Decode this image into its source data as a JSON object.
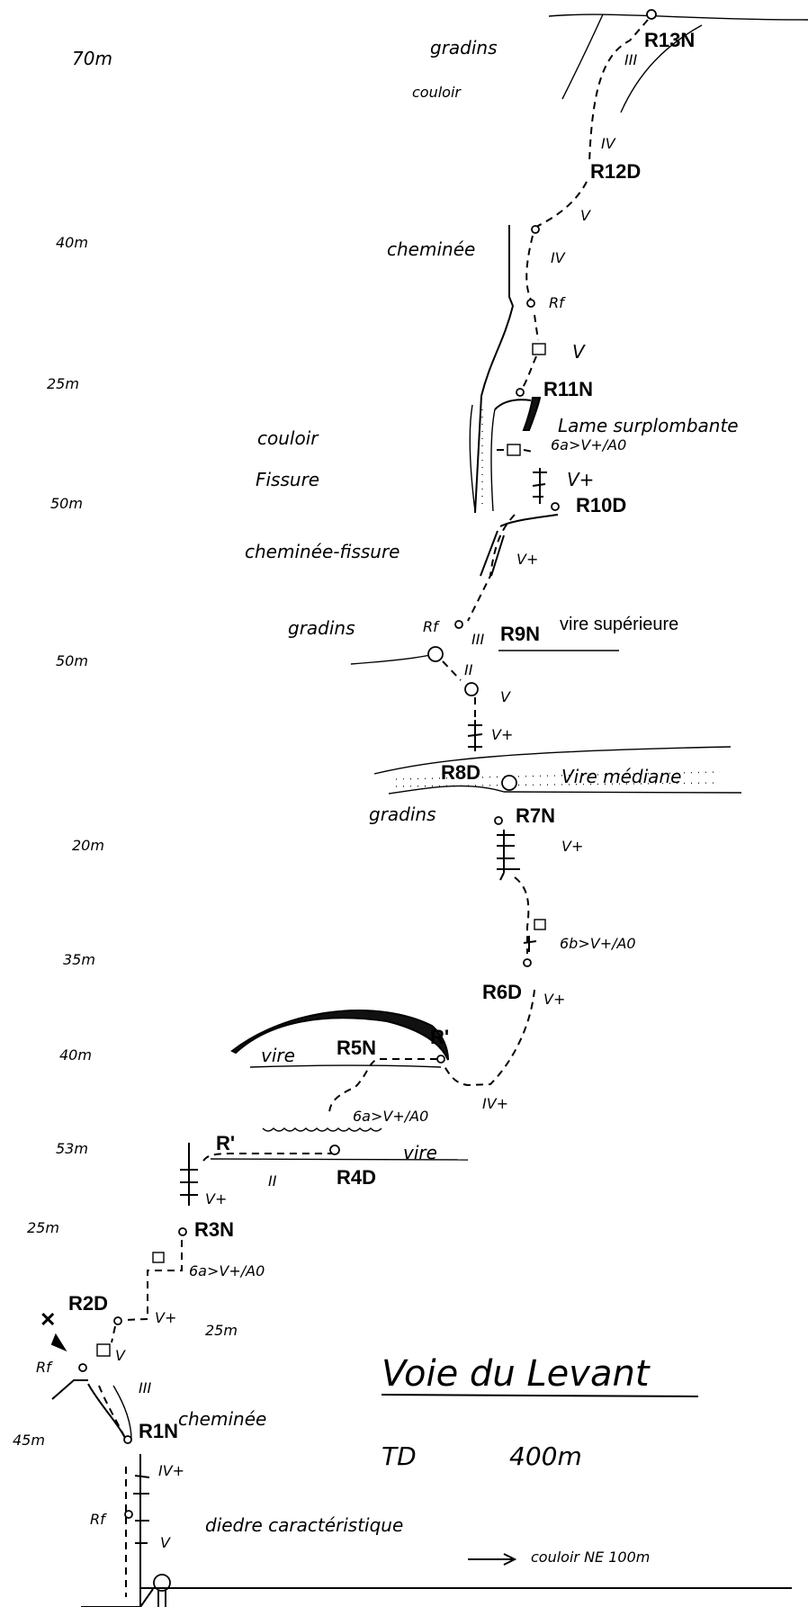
{
  "topo": {
    "title": "Voie du Levant",
    "grade": "TD",
    "length": "400m",
    "approach_note": "couloir NE 100m"
  },
  "pitch_lengths": [
    "70m",
    "40m",
    "25m",
    "50m",
    "50m",
    "20m",
    "35m",
    "40m",
    "53m",
    "25m",
    "45m"
  ],
  "side_note_length": "25m",
  "relays": {
    "r13": "R13N",
    "r12": "R12D",
    "r11": "R11N",
    "r10": "R10D",
    "r9": "R9N",
    "r8": "R8D",
    "r7": "R7N",
    "r6": "R6D",
    "r5": "R5N",
    "r5_alt": "R'",
    "r4": "R4D",
    "r4_alt": "R'",
    "r3": "R3N",
    "r2": "R2D",
    "r1": "R1N"
  },
  "features": {
    "gradins_top": "gradins",
    "couloir_top": "couloir",
    "cheminee_top": "cheminée",
    "couloir_mid": "couloir",
    "fissure": "Fissure",
    "cheminee_fissure": "cheminée-fissure",
    "gradins_r9": "gradins",
    "vire_superieure": "vire supérieure",
    "vire_mediane": "Vire médiane",
    "gradins_r8": "gradins",
    "vire_r5": "vire",
    "vire_r4": "vire",
    "cheminee_r1": "cheminée",
    "diedre": "diedre caractéristique",
    "lame": "Lame surplombante"
  },
  "grades": {
    "p13": "III",
    "p12a": "IV",
    "p12b": "V",
    "p11a": "IV",
    "p11b": "V",
    "p10a": "6a>V+/A0",
    "p10b": "V+",
    "p9": "V+",
    "p8a": "III",
    "p8b": "II",
    "p8c": "V",
    "p8d": "V+",
    "p7": "V+",
    "p6": "6b>V+/A0",
    "p5a": "V+",
    "p5b": "IV+",
    "p4": "6a>V+/A0",
    "p4b": "II",
    "p3": "V+",
    "p2a": "6a>V+/A0",
    "p2b": "V+",
    "p1a": "V",
    "p1b": "III",
    "p0a": "IV+",
    "p0b": "V"
  },
  "markers": {
    "rf": "Rf"
  }
}
